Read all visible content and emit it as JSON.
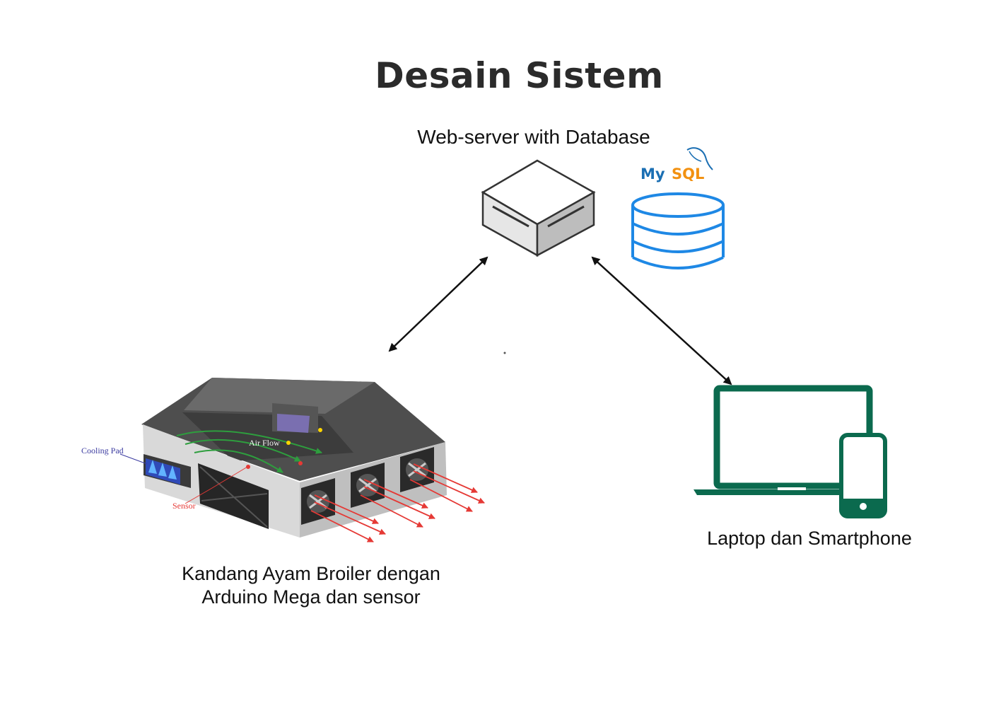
{
  "title": "Desain Sistem",
  "nodes": {
    "server": {
      "label": "Web-server with Database",
      "db_logo": {
        "part1": "My",
        "part2": "SQL"
      }
    },
    "devices": {
      "label": "Laptop dan Smartphone"
    },
    "coop": {
      "label_line1": "Kandang Ayam Broiler dengan",
      "label_line2": "Arduino Mega dan sensor",
      "annotations": {
        "cooling_pad": "Cooling Pad",
        "air_flow": "Air Flow",
        "sensor": "Sensor"
      }
    }
  },
  "colors": {
    "database": "#1e88e5",
    "devices": "#0b6a4e",
    "airflow": "#2e9e3e",
    "exhaust": "#e53935",
    "mysql_blue": "#1b6fb3",
    "mysql_orange": "#f29111"
  }
}
